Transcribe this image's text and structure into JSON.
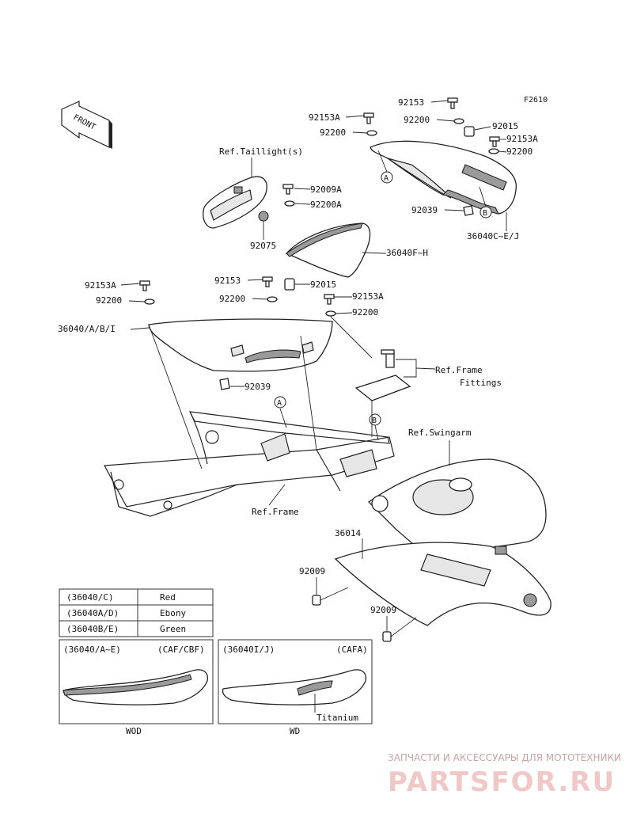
{
  "figure_code": "F2610",
  "front_label": "FRONT",
  "labels": {
    "p92153_top": "92153",
    "p92153A_top": "92153A",
    "p92200_top_left": "92200",
    "p92200_top": "92200",
    "p92015_top": "92015",
    "p92153A_right": "92153A",
    "p92200_right": "92200",
    "p92039_top": "92039",
    "p36040C_EJ": "36040C~E/J",
    "ref_taillight": "Ref.Taillight(s)",
    "p92009A": "92009A",
    "p92200A": "92200A",
    "p92075": "92075",
    "p36040F_H": "36040F~H",
    "p92153A_left": "92153A",
    "p92200_left": "92200",
    "p36040_ABI": "36040/A/B/I",
    "p92153_mid": "92153",
    "p92015_mid": "92015",
    "p92200_mid": "92200",
    "p92153A_mid": "92153A",
    "p92200_mid_right": "92200",
    "ref_frame_fittings_1": "Ref.Frame",
    "ref_frame_fittings_2": "Fittings",
    "p92039_mid": "92039",
    "ref_swingarm": "Ref.Swingarm",
    "ref_frame": "Ref.Frame",
    "p36014": "36014",
    "p92009_left": "92009",
    "p92009_right": "92009",
    "callout_a": "A",
    "callout_b": "B"
  },
  "color_table": [
    {
      "code": "(36040/C)",
      "color": "Red"
    },
    {
      "code": "(36040A/D)",
      "color": "Ebony"
    },
    {
      "code": "(36040B/E)",
      "color": "Green"
    }
  ],
  "variants": [
    {
      "code": "(36040/A~E)",
      "models": "(CAF/CBF)",
      "caption": "WOD",
      "note": ""
    },
    {
      "code": "(36040I/J)",
      "models": "(CAFA)",
      "caption": "WD",
      "note": "Titanium"
    }
  ],
  "watermark": {
    "tagline": "ЗАПЧАСТИ И АКСЕССУАРЫ ДЛЯ МОТОТЕХНИКИ",
    "brand": "PARTSFOR.RU"
  }
}
